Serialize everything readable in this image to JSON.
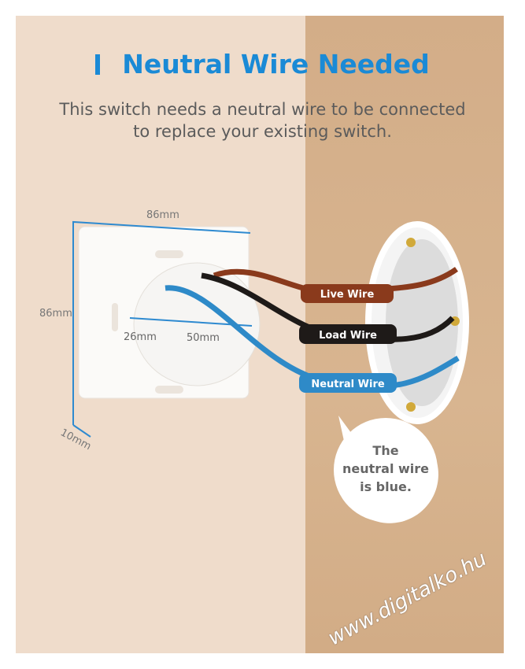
{
  "title": "Neutral Wire Needed",
  "subtitle_line1": "This switch needs a neutral wire to be connected",
  "subtitle_line2": "to replace your existing switch.",
  "dimensions": {
    "width": "86mm",
    "height": "86mm",
    "depth_plate": "10mm",
    "depth_body": "26mm",
    "body_diameter": "50mm"
  },
  "wires": {
    "live": "Live Wire",
    "load": "Load Wire",
    "neutral": "Neutral Wire"
  },
  "callout": {
    "line1": "The",
    "line2": "neutral wire",
    "line3": "is blue."
  },
  "watermark": "www.digitalko.hu",
  "colors": {
    "accent": "#1a8ad6",
    "live": "#8a3a1c",
    "load": "#1e1a18",
    "neutral": "#2e8ac8"
  }
}
